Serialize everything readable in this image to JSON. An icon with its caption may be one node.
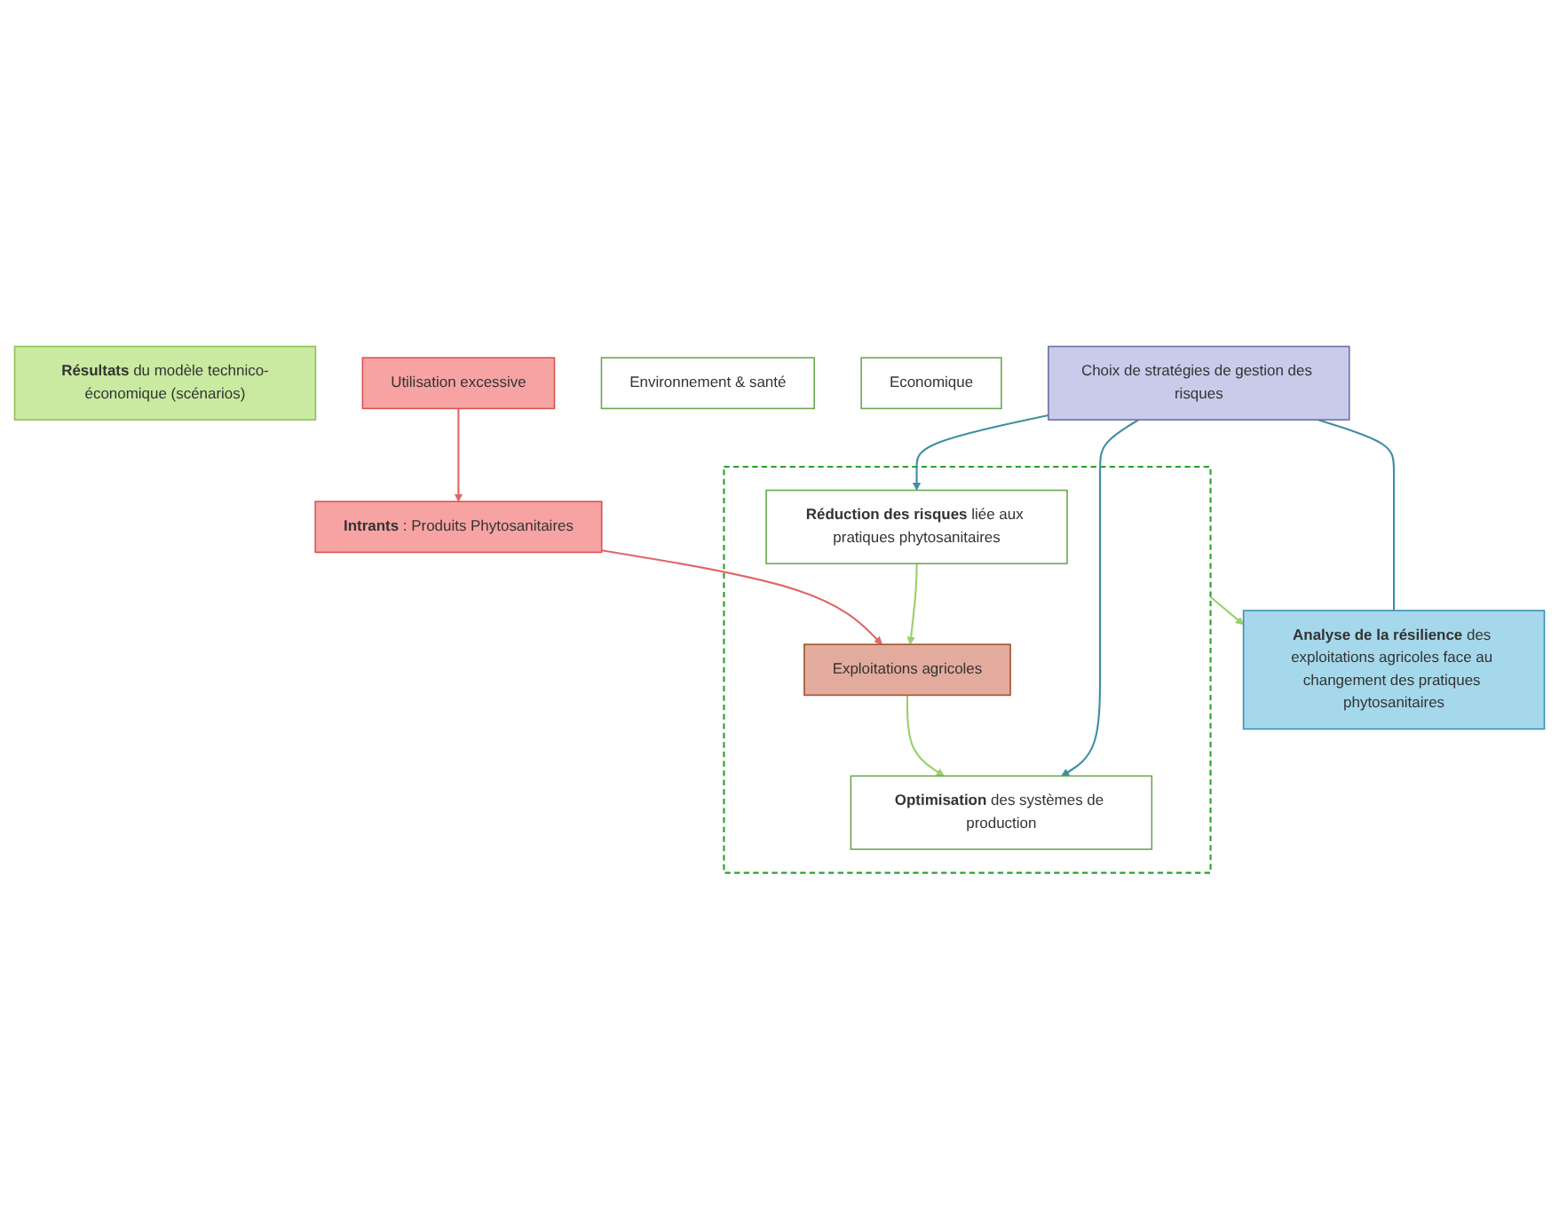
{
  "diagram": {
    "nodes": [
      {
        "text": [
          "**Résultats** du modèle technico-économique (scénarios)"
        ]
      },
      {
        "text": [],
        "shape": "box"
      },
      {
        "text": [
          "Utilisation excessive"
        ]
      },
      {
        "text": [
          "**Intrants** : Produits Phytosanitaires"
        ]
      },
      {
        "text": [
          "**Réduction des risques** liée aux pratiques phytosanitaires"
        ],
        "in": 1
      },
      {
        "text": [
          "Exploitations agricoles"
        ],
        "in": 1
      },
      {
        "text": [
          "**Optimisation** des systèmes de production"
        ],
        "in": 1
      },
      {
        "text": [
          "Environnement & santé"
        ]
      },
      {
        "text": [
          "Economique"
        ]
      },
      {
        "text": [
          "Choix de stratégies de gestion des risques"
        ]
      },
      {
        "text": [
          "**Analyse de la résilience** des exploitations agricoles face au changement des pratiques phytosanitaires"
        ]
      }
    ],
    "edges": [
      {
        "from": 2,
        "to": 3,
        "arrow": "to",
        "color": "#e06666"
      },
      {
        "from": 3,
        "to": 5,
        "arrow": "to",
        "color": "#e06666"
      },
      {
        "from": 4,
        "to": 5,
        "arrow": "to",
        "color": "#9bd06a"
      },
      {
        "from": 5,
        "to": 6,
        "arrow": "to",
        "color": "#9bd06a"
      },
      {
        "from": 1,
        "to": 10,
        "arrow": "to",
        "color": "#9bd06a"
      },
      {
        "from": 9,
        "to": 4,
        "arrow": "to",
        "color": "#3f8fa0"
      },
      {
        "from": 9,
        "to": 6,
        "arrow": "to",
        "color": "#3f8fa0"
      },
      {
        "from": 9,
        "to": 10,
        "arrow": "none",
        "color": "#3f8fa0"
      }
    ]
  }
}
